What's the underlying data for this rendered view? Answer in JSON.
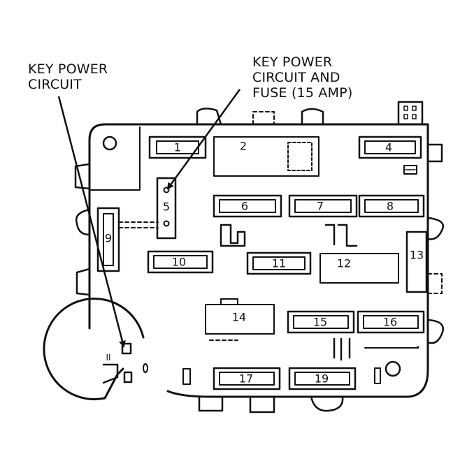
{
  "callouts": {
    "left": {
      "line1": "KEY POWER",
      "line2": "CIRCUIT"
    },
    "right": {
      "line1": "KEY POWER",
      "line2": "CIRCUIT AND",
      "line3": "FUSE (15 AMP)"
    }
  },
  "fuses": {
    "f1": "1",
    "f2": "2",
    "f4": "4",
    "f5": "5",
    "f6": "6",
    "f7": "7",
    "f8": "8",
    "f9": "9",
    "f10": "10",
    "f11": "11",
    "f12": "12",
    "f13": "13",
    "f14": "14",
    "f15": "15",
    "f16": "16",
    "f17": "17",
    "f19": "19"
  },
  "switch_label": "II"
}
